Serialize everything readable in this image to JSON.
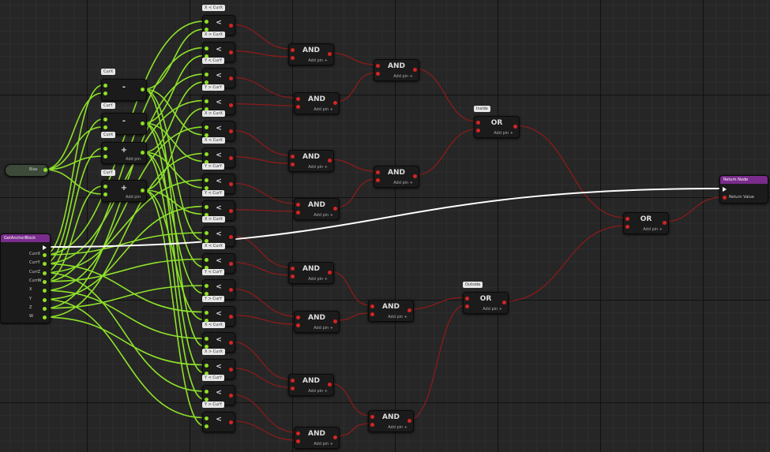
{
  "graph": {
    "entry_node": {
      "title": "GetAnchorBlock",
      "outputs": [
        "CurrX",
        "CurrY",
        "CurrZ",
        "CurrW",
        "X",
        "Y",
        "Z",
        "W"
      ]
    },
    "input_var": {
      "label": "Bias"
    },
    "math_nodes": [
      {
        "symbol": "-",
        "comment": "CurX"
      },
      {
        "symbol": "-",
        "comment": "CurY"
      },
      {
        "symbol": "+",
        "comment": "CurX",
        "sub": "Add pin"
      },
      {
        "symbol": "+",
        "comment": "CurY",
        "sub": "Add pin"
      }
    ],
    "compare_nodes": [
      {
        "symbol": "<",
        "comment": "X < CurX"
      },
      {
        "symbol": "<",
        "comment": "X > CurX"
      },
      {
        "symbol": "<",
        "comment": "Y < CurY"
      },
      {
        "symbol": "<",
        "comment": "Y > CurY"
      },
      {
        "symbol": "<",
        "comment": "X > CurX"
      },
      {
        "symbol": "<",
        "comment": "X < CurX"
      },
      {
        "symbol": "<",
        "comment": "Y > CurY"
      },
      {
        "symbol": "<",
        "comment": "Y < CurY"
      },
      {
        "symbol": "<",
        "comment": "X > CurX"
      },
      {
        "symbol": "<",
        "comment": "X < CurX"
      },
      {
        "symbol": "<",
        "comment": "Y < CurY"
      },
      {
        "symbol": "<",
        "comment": "Y > CurY"
      },
      {
        "symbol": "<",
        "comment": "X < CurX"
      },
      {
        "symbol": "<",
        "comment": "X > CurX"
      },
      {
        "symbol": "<",
        "comment": "Y < CurY"
      },
      {
        "symbol": "<",
        "comment": "Y > CurY"
      }
    ],
    "and_nodes": [
      {
        "title": "AND",
        "sub": "Add pin +"
      },
      {
        "title": "AND",
        "sub": "Add pin +"
      },
      {
        "title": "AND",
        "sub": "Add pin +"
      },
      {
        "title": "AND",
        "sub": "Add pin +"
      },
      {
        "title": "AND",
        "sub": "Add pin +"
      },
      {
        "title": "AND",
        "sub": "Add pin +"
      },
      {
        "title": "AND",
        "sub": "Add pin +"
      },
      {
        "title": "AND",
        "sub": "Add pin +"
      },
      {
        "title": "AND",
        "sub": "Add pin +"
      },
      {
        "title": "AND",
        "sub": "Add pin +"
      },
      {
        "title": "AND",
        "sub": "Add pin +"
      },
      {
        "title": "AND",
        "sub": "Add pin +"
      }
    ],
    "or_nodes": [
      {
        "title": "OR",
        "sub": "Add pin +",
        "comment": "Inside"
      },
      {
        "title": "OR",
        "sub": "Add pin +",
        "comment": "Outside"
      },
      {
        "title": "OR",
        "sub": "Add pin +"
      }
    ],
    "return_node": {
      "title": "Return Node",
      "pin_label": "Return Value"
    }
  },
  "colors": {
    "bool_wire": "#8c1a1a",
    "float_wire": "#8ee22a",
    "exec_wire": "#ffffff",
    "function_header": "#7a2c8c"
  }
}
